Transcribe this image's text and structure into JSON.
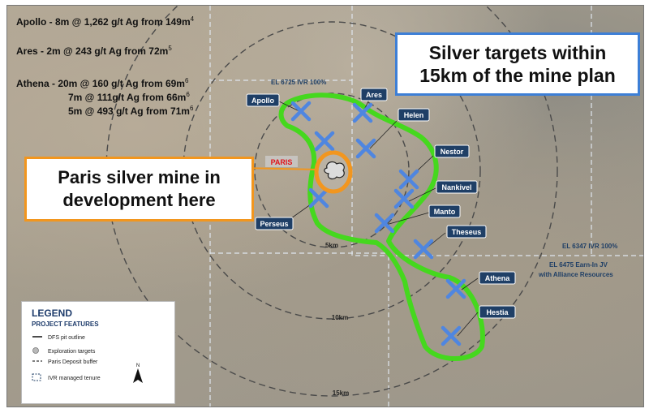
{
  "annotations": {
    "apollo": {
      "text": "Apollo - 8m @ 1,262 g/t Ag from 149m",
      "sup": "4"
    },
    "ares": {
      "text": "Ares - 2m @ 243 g/t Ag from 72m",
      "sup": "5"
    },
    "athena1": {
      "text": "Athena - 20m @ 160 g/t Ag from 69m",
      "sup": "6"
    },
    "athena2": {
      "text": "7m @ 111g/t Ag from 66m",
      "sup": "6"
    },
    "athena3": {
      "text": "5m @ 493 g/t Ag  from 71m",
      "sup": "6"
    }
  },
  "callouts": {
    "silver_targets": [
      "Silver targets within",
      "15km of the mine plan"
    ],
    "paris": [
      "Paris silver mine in",
      "development here"
    ]
  },
  "map": {
    "paris_label": "PARIS",
    "ring_labels": [
      "5km",
      "10km",
      "15km"
    ],
    "tenements": [
      "EL 6725 IVR 100%",
      "EL 6347 IVR 100%",
      "EL 6475 Earn-In JV",
      "with Alliance Resources"
    ],
    "targets": [
      "Apollo",
      "Ares",
      "Helen",
      "Nestor",
      "Nankivel",
      "Manto",
      "Theseus",
      "Athena",
      "Hestia",
      "Perseus"
    ]
  },
  "legend": {
    "title": "LEGEND",
    "subtitle": "PROJECT FEATURES",
    "items": [
      "DFS pit outline",
      "Exploration targets",
      "Paris Deposit buffer",
      "IVR managed tenure"
    ],
    "north": "N"
  },
  "colors": {
    "target_outline": "#45d81e",
    "marker": "#4f86e0",
    "callout_blue": "#3d7fd6",
    "callout_orange": "#f2961e",
    "label_box": "#1f3f66"
  }
}
